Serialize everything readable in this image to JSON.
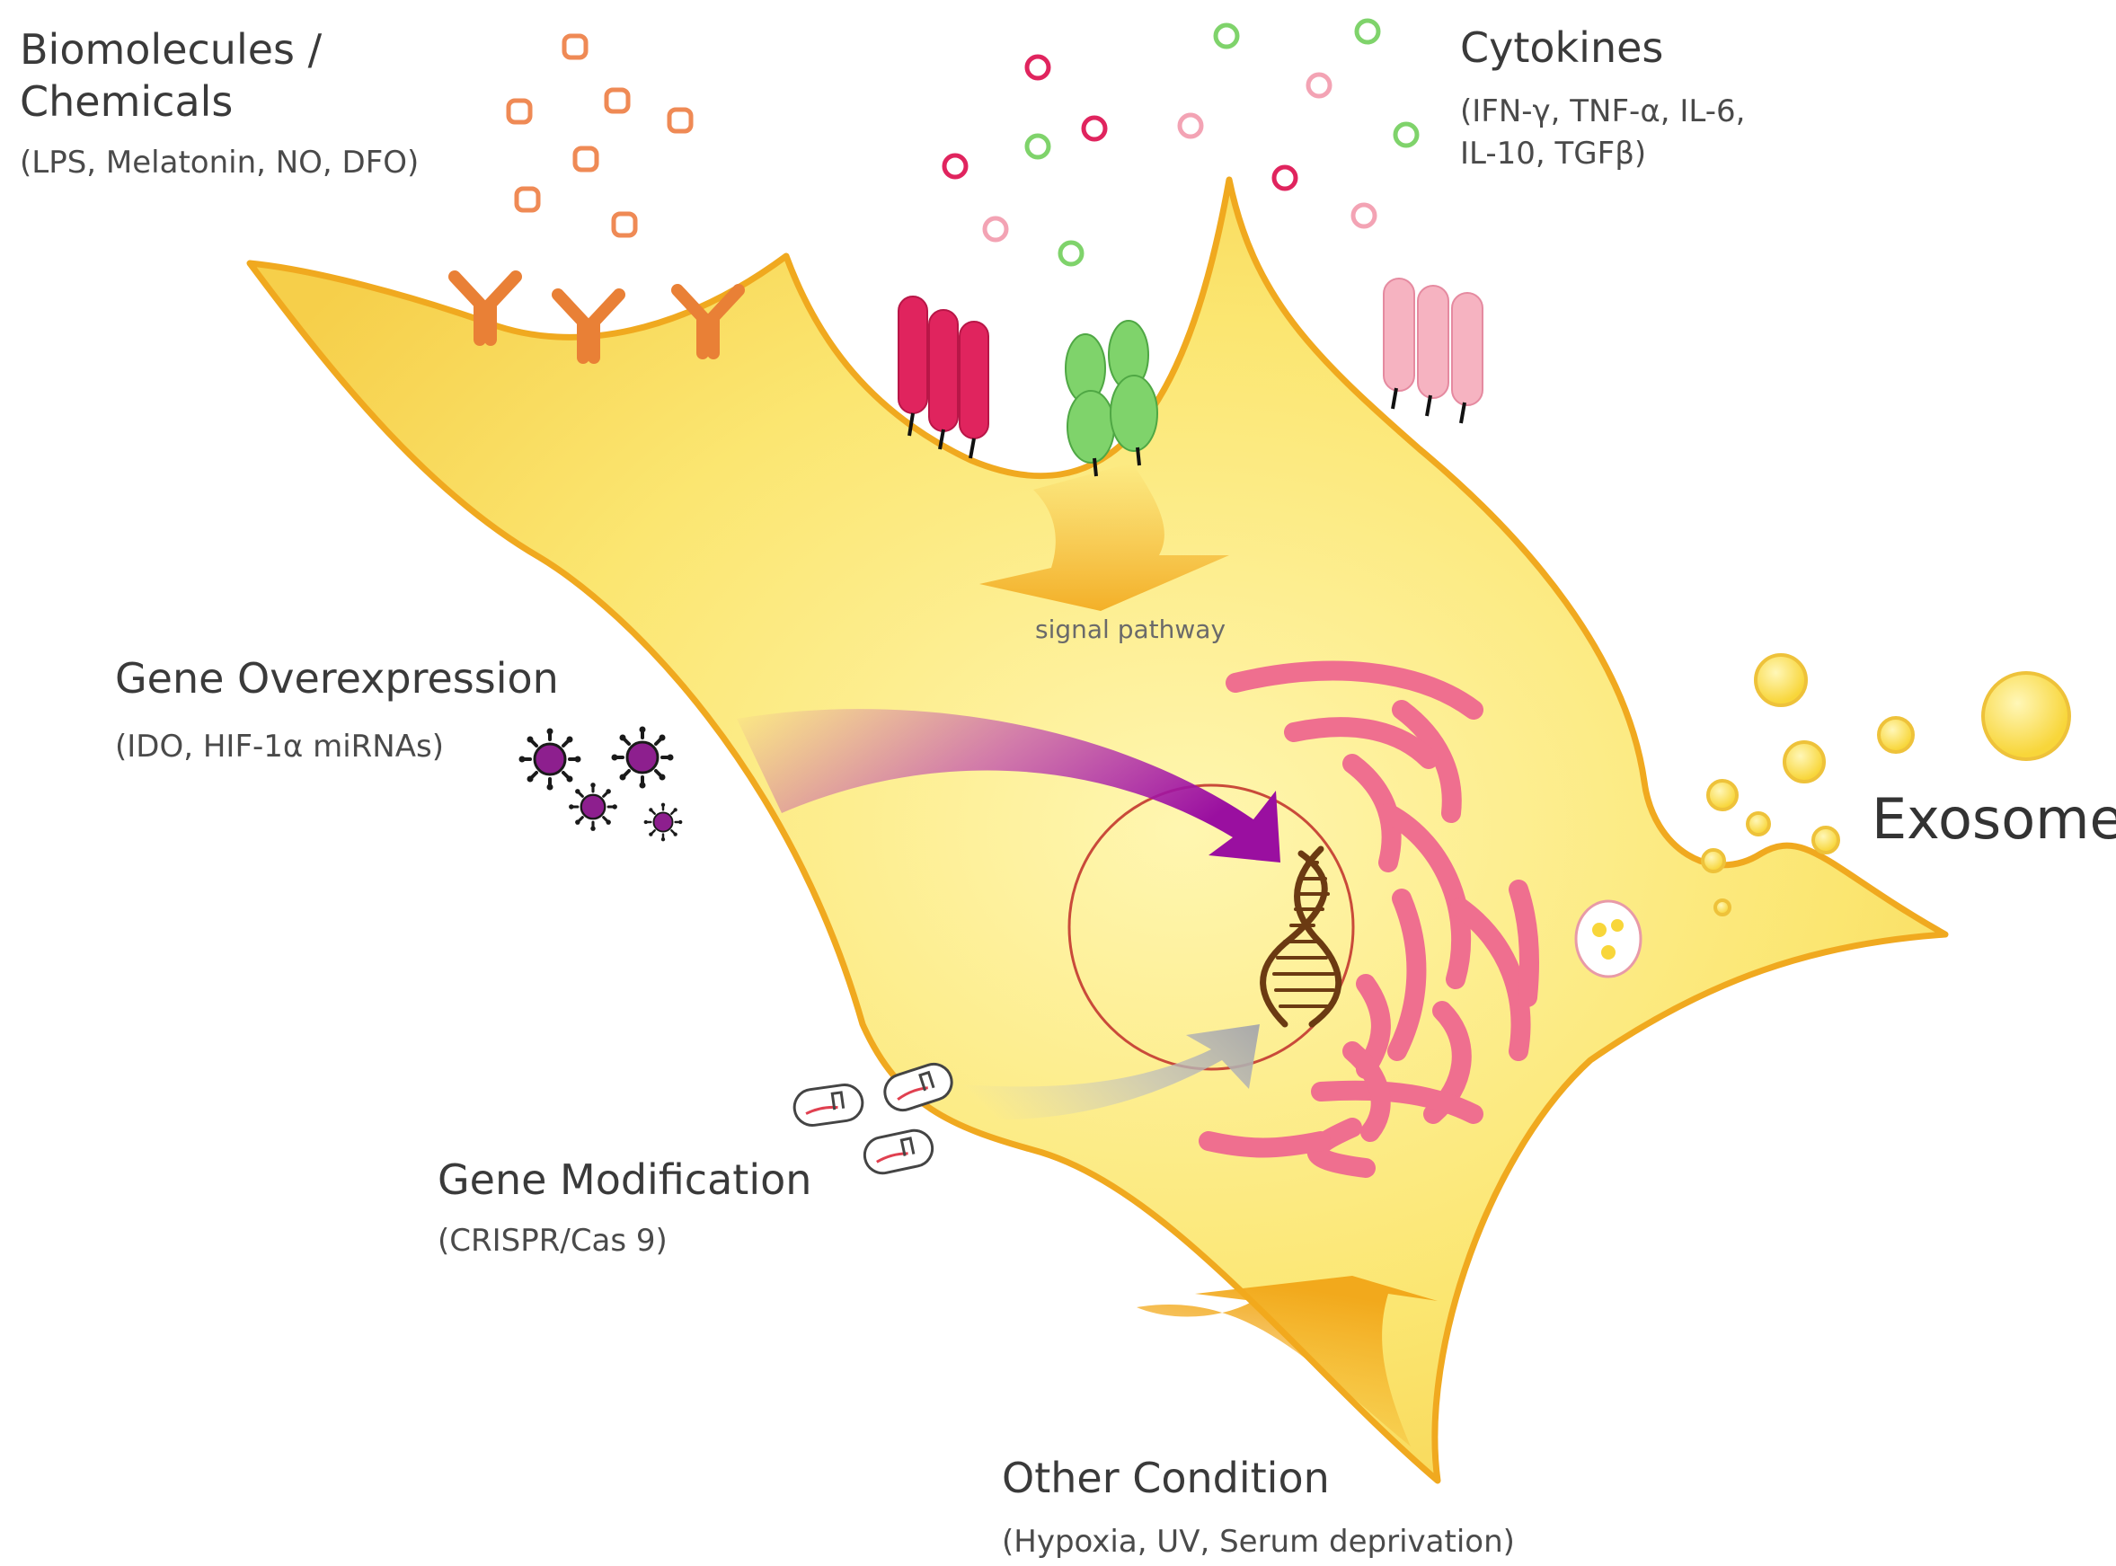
{
  "labels": {
    "biomolecules_title_line1": "Biomolecules /",
    "biomolecules_title_line2": "Chemicals",
    "biomolecules_examples": "(LPS, Melatonin, NO, DFO)",
    "cytokines_title": "Cytokines",
    "cytokines_examples_line1": "(IFN-γ, TNF-α, IL-6,",
    "cytokines_examples_line2": "IL-10, TGFβ)",
    "signal_pathway": "signal pathway",
    "gene_overexpression_title": "Gene Overexpression",
    "gene_overexpression_examples": "(IDO, HIF-1α miRNAs)",
    "exosome": "Exosome",
    "gene_modification_title": "Gene Modification",
    "gene_modification_examples": "(CRISPR/Cas 9)",
    "other_condition_title": "Other Condition",
    "other_condition_examples": "(Hypoxia, UV, Serum deprivation)"
  },
  "colors": {
    "cell_fill": "#fbe671",
    "cell_stroke": "#f0a91f",
    "biomolecule_receptor": "#e98036",
    "biomolecule_particle": "#ef8a55",
    "cytokine_dark_pink": "#e0245e",
    "cytokine_green": "#7fd36b",
    "cytokine_light_pink": "#f3a3b4",
    "virus_purple": "#8d1f8e",
    "overexpression_arrow": "#b020b4",
    "modification_arrow": "#aaaaaa",
    "er_golgi": "#ef6f8f",
    "dna": "#6b3a12",
    "exosome": "#f8d63a"
  }
}
